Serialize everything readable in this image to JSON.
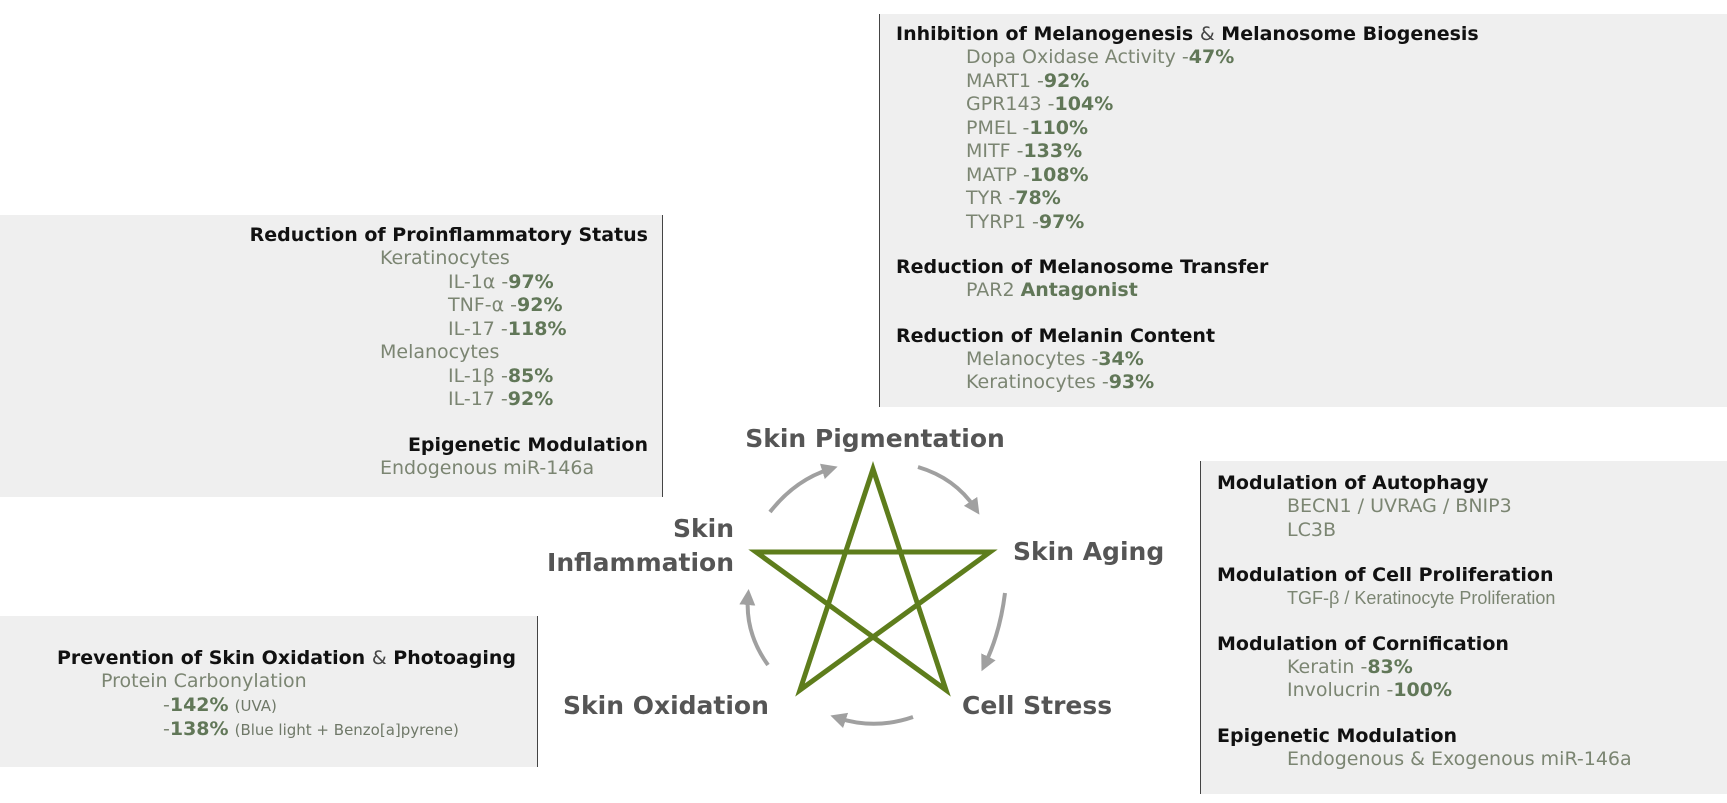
{
  "pigmentation": {
    "heading1_a": "Inhibition of Melanogenesis",
    "heading1_amp": "&",
    "heading1_b": "Melanosome Biogenesis",
    "items": [
      {
        "label": "Dopa Oxidase Activity -",
        "value": "47%"
      },
      {
        "label": "MART1 -",
        "value": "92%"
      },
      {
        "label": "GPR143 -",
        "value": "104%"
      },
      {
        "label": "PMEL -",
        "value": "110%"
      },
      {
        "label": "MITF -",
        "value": "133%"
      },
      {
        "label": "MATP -",
        "value": "108%"
      },
      {
        "label": "TYR -",
        "value": "78%"
      },
      {
        "label": "TYRP1 -",
        "value": "97%"
      }
    ],
    "heading2": "Reduction of Melanosome Transfer",
    "transfer": {
      "label": "PAR2 ",
      "value": "Antagonist"
    },
    "heading3": "Reduction of Melanin Content",
    "content": [
      {
        "label": "Melanocytes -",
        "value": "34%"
      },
      {
        "label": "Keratinocytes -",
        "value": "93%"
      }
    ]
  },
  "inflammation": {
    "heading1": "Reduction of Proinflammatory Status",
    "group1": "Keratinocytes",
    "group1_items": [
      {
        "label": "IL-1α -",
        "value": "97%"
      },
      {
        "label": "TNF-α -",
        "value": "92%"
      },
      {
        "label": "IL-17 -",
        "value": "118%"
      }
    ],
    "group2": "Melanocytes",
    "group2_items": [
      {
        "label": "IL-1β -",
        "value": "85%"
      },
      {
        "label": "IL-17 -",
        "value": "92%"
      }
    ],
    "heading2": "Epigenetic Modulation",
    "epi": "Endogenous miR-146a"
  },
  "oxidation": {
    "heading_a": "Prevention of Skin Oxidation",
    "heading_amp": "&",
    "heading_b": "Photoaging",
    "sub": "Protein Carbonylation",
    "rows": [
      {
        "value": "142%",
        "prefix": "-",
        "note": "(UVA)"
      },
      {
        "value": "138%",
        "prefix": "-",
        "note": "(Blue light + Benzo[a]pyrene)"
      }
    ]
  },
  "aging": {
    "heading1": "Modulation of Autophagy",
    "autophagy": [
      "BECN1 / UVRAG / BNIP3",
      "LC3B"
    ],
    "heading2": "Modulation of Cell Proliferation",
    "proliferation": "TGF-β / Keratinocyte Proliferation",
    "heading3": "Modulation of Cornification",
    "cornification": [
      {
        "label": "Keratin -",
        "value": "83%"
      },
      {
        "label": "Involucrin -",
        "value": "100%"
      }
    ],
    "heading4": "Epigenetic Modulation",
    "epi": "Endogenous & Exogenous miR-146a"
  },
  "nodes": {
    "pigmentation": "Skin Pigmentation",
    "aging": "Skin Aging",
    "stress": "Cell Stress",
    "oxidation": "Skin Oxidation",
    "inflammation_1": "Skin",
    "inflammation_2": "Inflammation"
  },
  "colors": {
    "star": "#5e7d1c",
    "arrows": "#a0a0a0",
    "node_text": "#555555",
    "value_text": "#617758"
  }
}
